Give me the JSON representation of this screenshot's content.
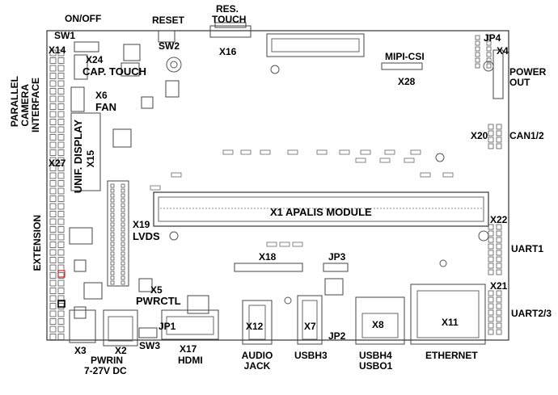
{
  "labels": {
    "on_off": "ON/OFF",
    "sw1": "SW1",
    "reset": "RESET",
    "sw2": "SW2",
    "res_touch_1": "RES.",
    "res_touch_2": "TOUCH",
    "x16": "X16",
    "jp4": "JP4",
    "x4": "X4",
    "power_out_1": "POWER",
    "power_out_2": "OUT",
    "x14": "X14",
    "x24": "X24",
    "cap_touch": "CAP. TOUCH",
    "mipi_csi": "MIPI-CSI",
    "x28": "X28",
    "parallel_1": "PARALLEL",
    "parallel_2": "CAMERA",
    "parallel_3": "INTERFACE",
    "x6": "X6",
    "fan": "FAN",
    "unif_display": "UNIF. DISPLAY",
    "x15": "X15",
    "x20": "X20",
    "can12": "CAN1/2",
    "x27": "X27",
    "x1": "X1 APALIS MODULE",
    "x22": "X22",
    "x19": "X19",
    "lvds": "LVDS",
    "uart1": "UART1",
    "extension": "EXTENSION",
    "x18": "X18",
    "jp3": "JP3",
    "x5": "X5",
    "pwrctl": "PWRCTL",
    "x21": "X21",
    "uart23": "UART2/3",
    "jp1": "JP1",
    "x12": "X12",
    "x7": "X7",
    "x8": "X8",
    "x11": "X11",
    "jp2": "JP2",
    "x3": "X3",
    "x2": "X2",
    "x17": "X17",
    "sw3": "SW3",
    "pwrin_1": "PWRIN",
    "pwrin_2": "7-27V DC",
    "hdmi": "HDMI",
    "audio_1": "AUDIO",
    "audio_2": "JACK",
    "usbh3": "USBH3",
    "usbh4_1": "USBH4",
    "usbh4_2": "USBO1",
    "ethernet": "ETHERNET"
  },
  "colors": {
    "board_outline": "#333333",
    "trace": "#555555",
    "highlight": "#d42020"
  }
}
